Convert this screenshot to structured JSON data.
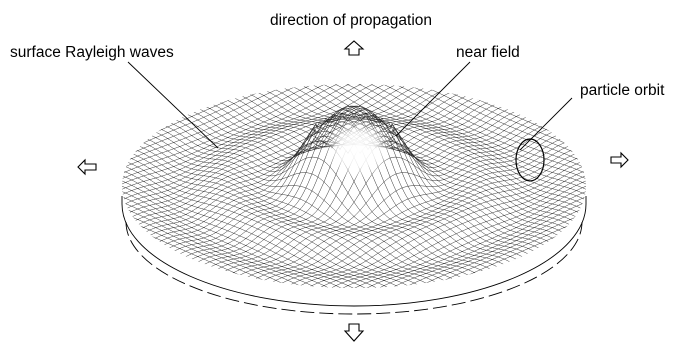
{
  "labels": {
    "direction": "direction of propagation",
    "surface_waves": "surface Rayleigh waves",
    "near_field": "near field",
    "particle_orbit": "particle orbit"
  },
  "colors": {
    "ink": "#000000",
    "mesh": "#1a1a1a",
    "background": "#ffffff"
  },
  "icons": [
    "arrow-up-icon",
    "arrow-left-icon",
    "arrow-right-icon",
    "arrow-down-icon"
  ]
}
